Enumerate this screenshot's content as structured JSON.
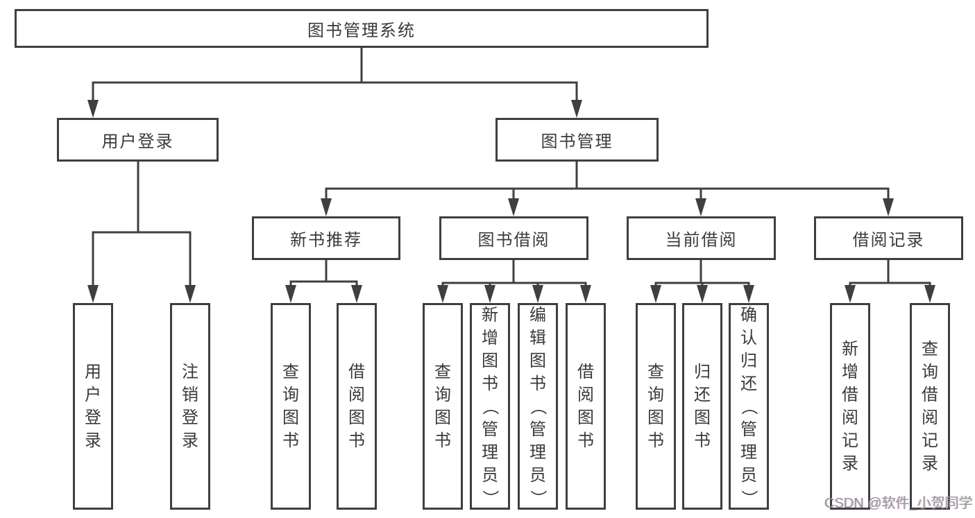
{
  "diagram": {
    "title": "图书管理系统",
    "type": "functional-structure-tree",
    "watermark": "CSDN @软件_小贺同学"
  },
  "colors": {
    "line": "#3f3f3f",
    "box_border": "#3f3f3f",
    "box_fill": "#ffffff",
    "text": "#3a3a3a",
    "watermark": "#9a9a9a",
    "background": "#ffffff"
  },
  "nodes": {
    "root": {
      "label": "图书管理系统"
    },
    "user_login": {
      "label": "用户登录"
    },
    "book_mgmt": {
      "label": "图书管理"
    },
    "new_books": {
      "label": "新书推荐"
    },
    "book_borrow": {
      "label": "图书借阅"
    },
    "current_borrow": {
      "label": "当前借阅"
    },
    "borrow_records": {
      "label": "借阅记录"
    },
    "ul_login": {
      "label": "用户登录"
    },
    "ul_logout": {
      "label": "注销登录"
    },
    "nb_query": {
      "label": "查询图书"
    },
    "nb_borrow": {
      "label": "借阅图书"
    },
    "bb_query": {
      "label": "查询图书"
    },
    "bb_add": {
      "label": "新增图书（管理员）"
    },
    "bb_edit": {
      "label": "编辑图书（管理员）"
    },
    "bb_borrow": {
      "label": "借阅图书"
    },
    "cb_query": {
      "label": "查询图书"
    },
    "cb_return": {
      "label": "归还图书"
    },
    "cb_confirm": {
      "label": "确认归还（管理员）"
    },
    "br_add": {
      "label": "新增借阅记录"
    },
    "br_query": {
      "label": "查询借阅记录"
    }
  },
  "edges": [
    {
      "parent": "root",
      "children": [
        "user_login",
        "book_mgmt"
      ]
    },
    {
      "parent": "user_login",
      "children": [
        "ul_login",
        "ul_logout"
      ]
    },
    {
      "parent": "book_mgmt",
      "children": [
        "new_books",
        "book_borrow",
        "current_borrow",
        "borrow_records"
      ]
    },
    {
      "parent": "new_books",
      "children": [
        "nb_query",
        "nb_borrow"
      ]
    },
    {
      "parent": "book_borrow",
      "children": [
        "bb_query",
        "bb_add",
        "bb_edit",
        "bb_borrow"
      ]
    },
    {
      "parent": "current_borrow",
      "children": [
        "cb_query",
        "cb_return",
        "cb_confirm"
      ]
    },
    {
      "parent": "borrow_records",
      "children": [
        "br_add",
        "br_query"
      ]
    }
  ]
}
